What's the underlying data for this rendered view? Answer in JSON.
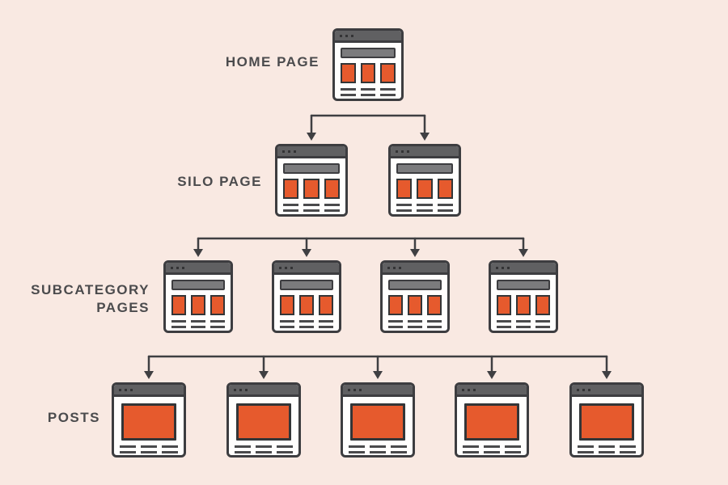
{
  "diagram": {
    "name": "website-silo-structure",
    "background_color": "#f9e9e2",
    "palette": {
      "window_border": "#3d3d40",
      "window_body": "#fffefd",
      "titlebar_fill": "#606062",
      "titlebar_dot": "#333335",
      "hero_bar_fill": "#7b7b7d",
      "accent_orange": "#e65a2d",
      "text_line": "#4a4a4c",
      "label_text": "#4b4b4d",
      "connector": "#3f3f42"
    },
    "levels": [
      {
        "id": "home",
        "label": "HOME PAGE",
        "page_style": "grid",
        "pages": 1
      },
      {
        "id": "silo",
        "label": "SILO PAGE",
        "page_style": "grid",
        "pages": 2
      },
      {
        "id": "subcategory",
        "label": "SUBCATEGORY PAGES",
        "page_style": "grid",
        "pages": 4
      },
      {
        "id": "posts",
        "label": "POSTS",
        "page_style": "post",
        "pages": 5
      }
    ],
    "icons": {
      "page_node": "browser-window-icon",
      "connector": "arrow-down-icon"
    }
  }
}
